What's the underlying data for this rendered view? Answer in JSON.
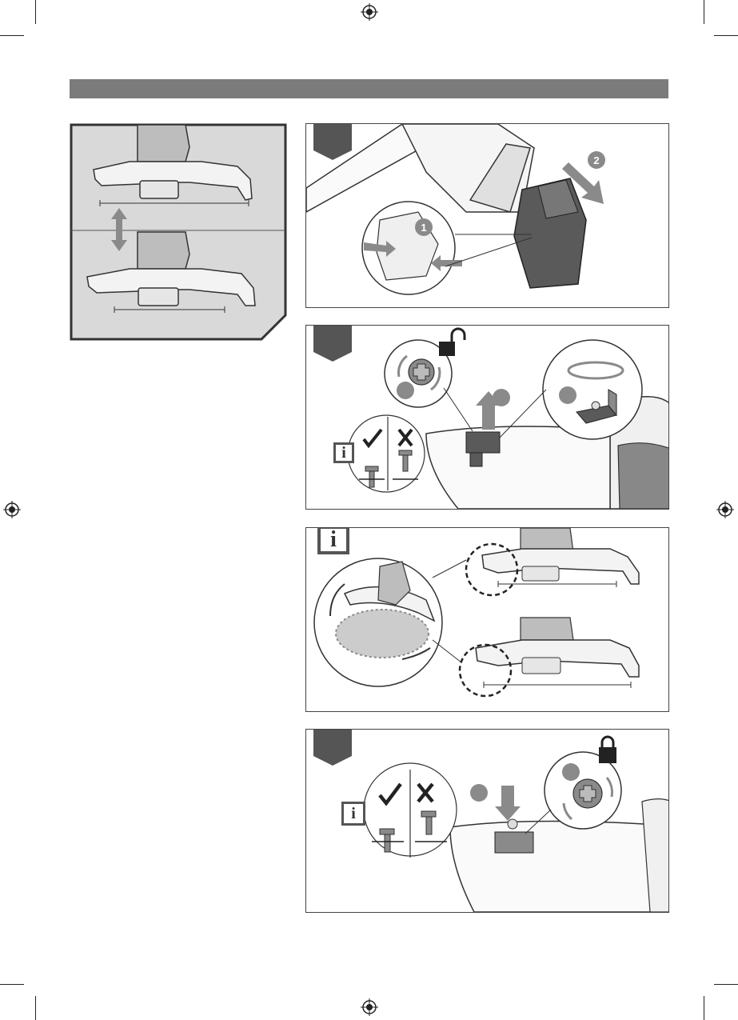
{
  "page": {
    "header_bar_color": "#7b7b7b",
    "dark_gray": "#555555",
    "mid_gray": "#8a8a8a",
    "light_gray": "#d9d9d9"
  },
  "steps": [
    {
      "step_marker": "step-1",
      "callouts": [
        "1",
        "2"
      ]
    },
    {
      "step_marker": "step-2",
      "lock_state": "unlocked",
      "callouts": [
        "",
        "",
        ""
      ]
    },
    {
      "step_marker": "info",
      "info_label": "i"
    },
    {
      "step_marker": "step-3",
      "lock_state": "locked",
      "callouts": [
        "",
        ""
      ]
    }
  ],
  "icons": {
    "registration": "registration-mark-icon",
    "unlock": "padlock-open-icon",
    "lock": "padlock-closed-icon",
    "check": "check-mark-icon",
    "cross": "cross-mark-icon",
    "info": "info-icon"
  },
  "info_label": "i",
  "callout_1": "1",
  "callout_2": "2"
}
